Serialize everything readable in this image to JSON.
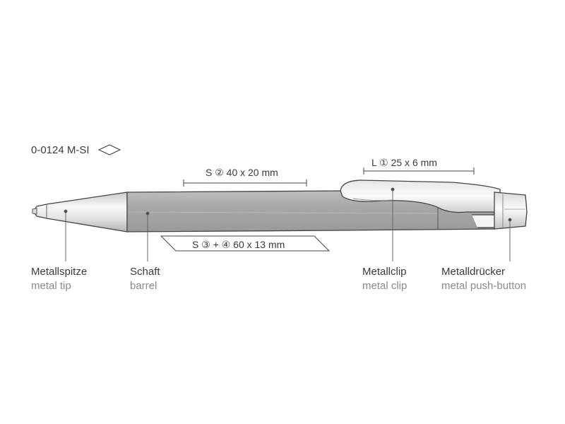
{
  "model": {
    "code": "0-0124 M-SI",
    "shape_icon": "diamond-outline-icon"
  },
  "print_areas": {
    "barrel_s2": "S ② 40 x 20 mm",
    "clip_l1": "L ① 25 x 6 mm",
    "barrel_s34": "S ③ + ④ 60 x 13 mm"
  },
  "parts": {
    "tip": {
      "de": "Metallspitze",
      "en": "metal tip"
    },
    "barrel": {
      "de": "Schaft",
      "en": "barrel"
    },
    "clip": {
      "de": "Metallclip",
      "en": "metal clip"
    },
    "button": {
      "de": "Metalldrücker",
      "en": "metal push-button"
    }
  },
  "colors": {
    "barrel_fill": "#a9a9a9",
    "metal_light": "#f2f2f2",
    "outline": "#444444",
    "label_secondary": "#8a8a8a"
  }
}
